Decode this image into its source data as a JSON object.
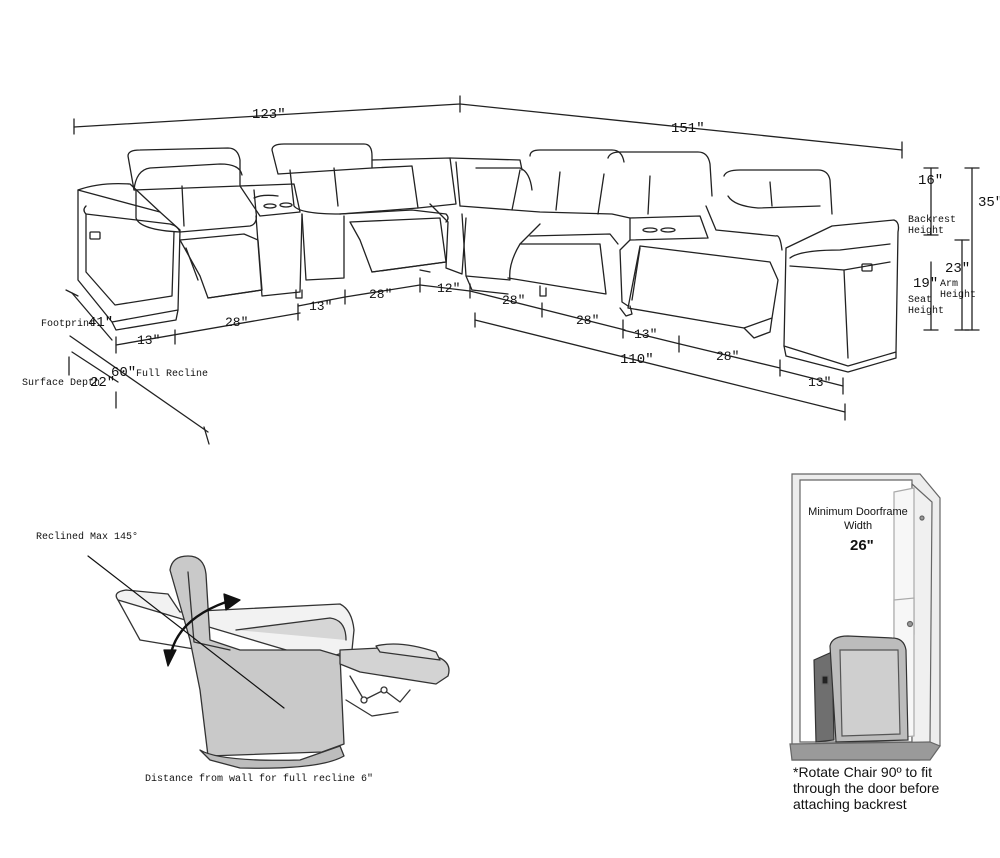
{
  "sectional": {
    "overall": {
      "width_left": "123\"",
      "width_right": "151\""
    },
    "heights": {
      "backrest": "16\"",
      "backrest_label": "Backrest\nHeight",
      "overall": "35\"",
      "seat": "19\"",
      "seat_label": "Seat\nHeight",
      "arm": "23\"",
      "arm_label": "Arm\nHeight"
    },
    "left_side": {
      "footprint_label": "Footprint",
      "footprint": "41\"",
      "full_recline": "60\"",
      "full_recline_label": "Full Recline",
      "surface_depth_label": "Surface Depth",
      "surface_depth": "22\""
    },
    "front_left": [
      "13\"",
      "28\"",
      "13\"",
      "28\"",
      "12\""
    ],
    "front_right": [
      "28\"",
      "28\"",
      "13\"",
      "28\"",
      "13\""
    ],
    "front_right_total": "110\""
  },
  "recliner": {
    "angle_label": "Reclined Max 145°",
    "wall_note": "Distance from wall for full recline 6\""
  },
  "doorframe": {
    "title": "Minimum Doorframe Width",
    "width": "26\"",
    "note": "*Rotate Chair 90º to fit through the door before attaching backrest"
  }
}
